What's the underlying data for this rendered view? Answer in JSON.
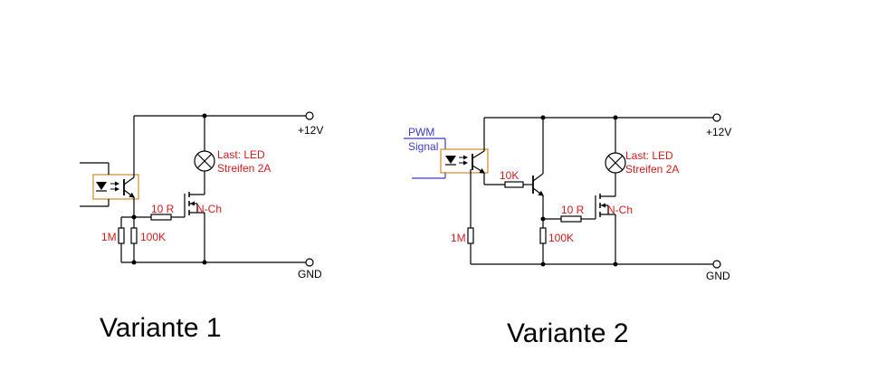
{
  "colors": {
    "wire": "#000000",
    "component_label": "#d01c1c",
    "signal_label": "#3c3cc8",
    "optocoupler_box": "#d08a2e"
  },
  "common": {
    "supply_label": "+12V",
    "ground_label": "GND",
    "load_label_line1": "Last: LED",
    "load_label_line2": "Streifen 2A",
    "mosfet_label": "N-Ch",
    "gate_resistor_label": "10 R",
    "pulldown_resistor_label": "100K",
    "led_resistor_label": "1M"
  },
  "variant1": {
    "title": "Variante 1"
  },
  "variant2": {
    "title": "Variante 2",
    "signal_line1": "PWM",
    "signal_line2": "Signal",
    "base_resistor_label": "10K"
  }
}
